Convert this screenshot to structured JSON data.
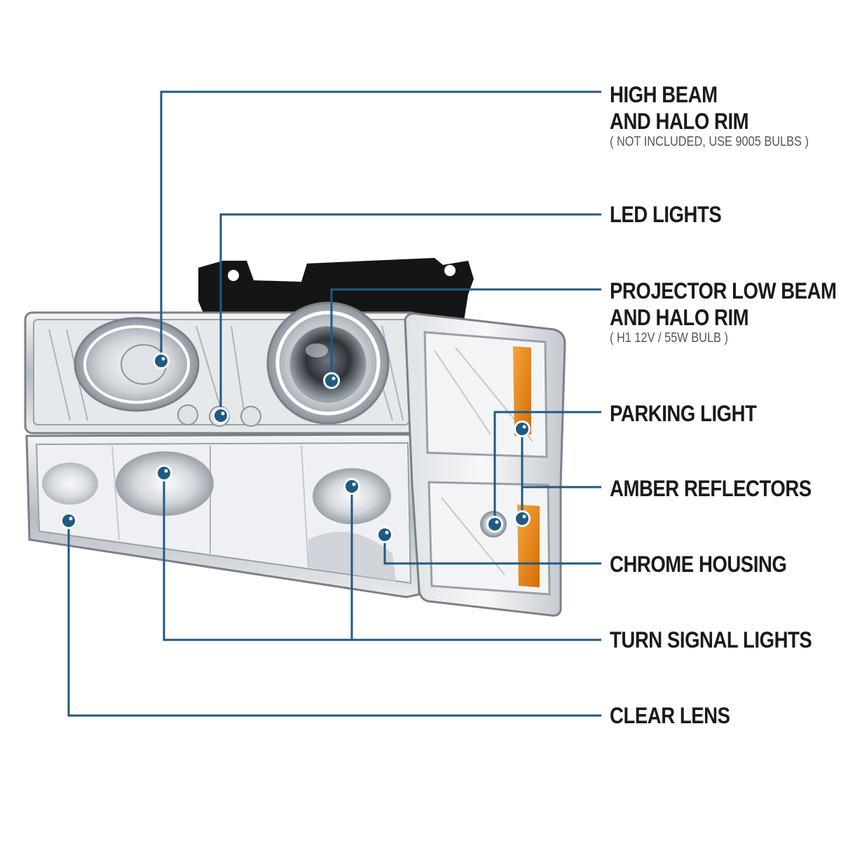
{
  "colors": {
    "leader_line": "#1f5a82",
    "dot": "#1f5a82",
    "dot_ring": "#ffffff",
    "amber": "#e8820e",
    "chrome_dark": "#7b8088",
    "chrome_light": "#eef0f3",
    "bracket": "#151515"
  },
  "callouts": [
    {
      "id": "high-beam",
      "title_lines": [
        "HIGH BEAM",
        "AND HALO RIM"
      ],
      "note": "( NOT INCLUDED, USE 9005 BULBS )"
    },
    {
      "id": "led-lights",
      "title_lines": [
        "LED LIGHTS"
      ],
      "note": ""
    },
    {
      "id": "projector-low-beam",
      "title_lines": [
        "PROJECTOR LOW BEAM",
        "AND HALO RIM"
      ],
      "note": "( H1 12V / 55W BULB )"
    },
    {
      "id": "parking-light",
      "title_lines": [
        "PARKING LIGHT"
      ],
      "note": ""
    },
    {
      "id": "amber-reflectors",
      "title_lines": [
        "AMBER REFLECTORS"
      ],
      "note": ""
    },
    {
      "id": "chrome-housing",
      "title_lines": [
        "CHROME HOUSING"
      ],
      "note": ""
    },
    {
      "id": "turn-signal-lights",
      "title_lines": [
        "TURN SIGNAL LIGHTS"
      ],
      "note": ""
    },
    {
      "id": "clear-lens",
      "title_lines": [
        "CLEAR LENS"
      ],
      "note": ""
    }
  ]
}
